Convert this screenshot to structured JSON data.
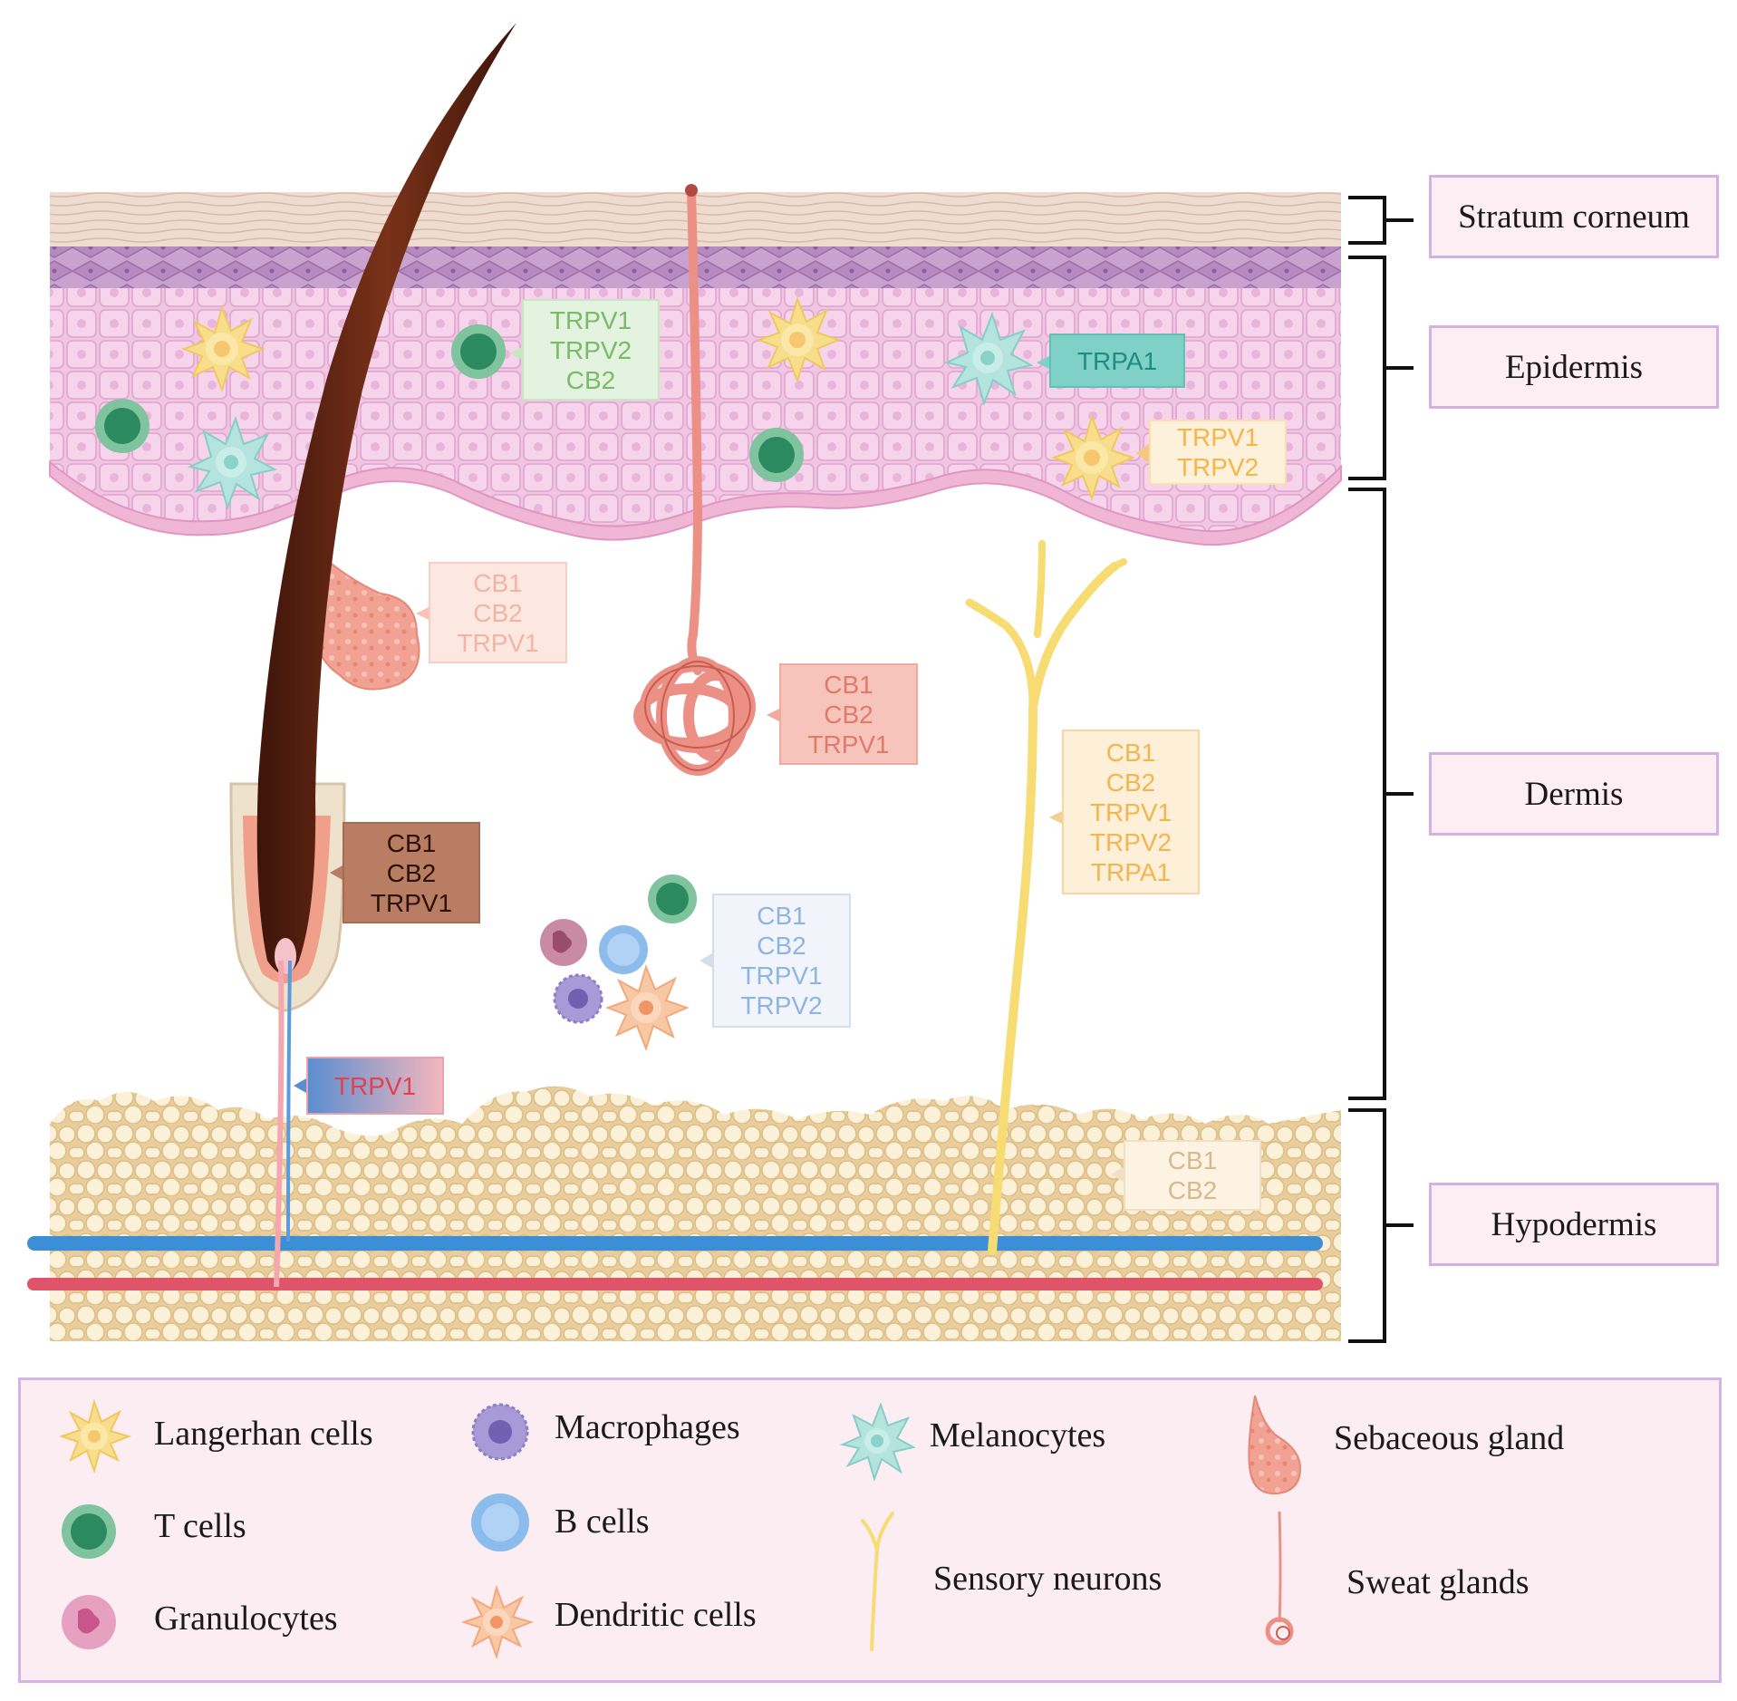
{
  "layers": {
    "stratum_corneum": "Stratum corneum",
    "epidermis": "Epidermis",
    "dermis": "Dermis",
    "hypodermis": "Hypodermis"
  },
  "receptor_tags": {
    "tcell_epidermis": [
      "TRPV1",
      "TRPV2",
      "CB2"
    ],
    "melanocyte": [
      "TRPA1"
    ],
    "langerhans": [
      "TRPV1",
      "TRPV2"
    ],
    "sebaceous_gland": [
      "CB1",
      "CB2",
      "TRPV1"
    ],
    "sweat_gland": [
      "CB1",
      "CB2",
      "TRPV1"
    ],
    "hair_follicle": [
      "CB1",
      "CB2",
      "TRPV1"
    ],
    "sensory_neuron": [
      "CB1",
      "CB2",
      "TRPV1",
      "TRPV2",
      "TRPA1"
    ],
    "immune_cells": [
      "CB1",
      "CB2",
      "TRPV1",
      "TRPV2"
    ],
    "vessel_nerve": [
      "TRPV1"
    ],
    "adipocytes": [
      "CB1",
      "CB2"
    ]
  },
  "legend": {
    "langerhan": "Langerhan cells",
    "macrophages": "Macrophages",
    "melanocytes": "Melanocytes",
    "sebaceous": "Sebaceous gland",
    "tcells": "T cells",
    "bcells": "B cells",
    "sensory": "Sensory neurons",
    "sweat": "Sweat glands",
    "granulocytes": "Granulocytes",
    "dendritic": "Dendritic cells"
  },
  "colors": {
    "stratum": "#ead3c6",
    "epidermis": "#f3c8e6",
    "basal": "#f3bfdc",
    "hair": "#5a2413",
    "fat": "#f8ecce",
    "vein": "#3c8fd6",
    "artery": "#e0546a",
    "neuron": "#f6dc72",
    "tcell": "#3d9b73",
    "sweat": "#ec8f84"
  }
}
